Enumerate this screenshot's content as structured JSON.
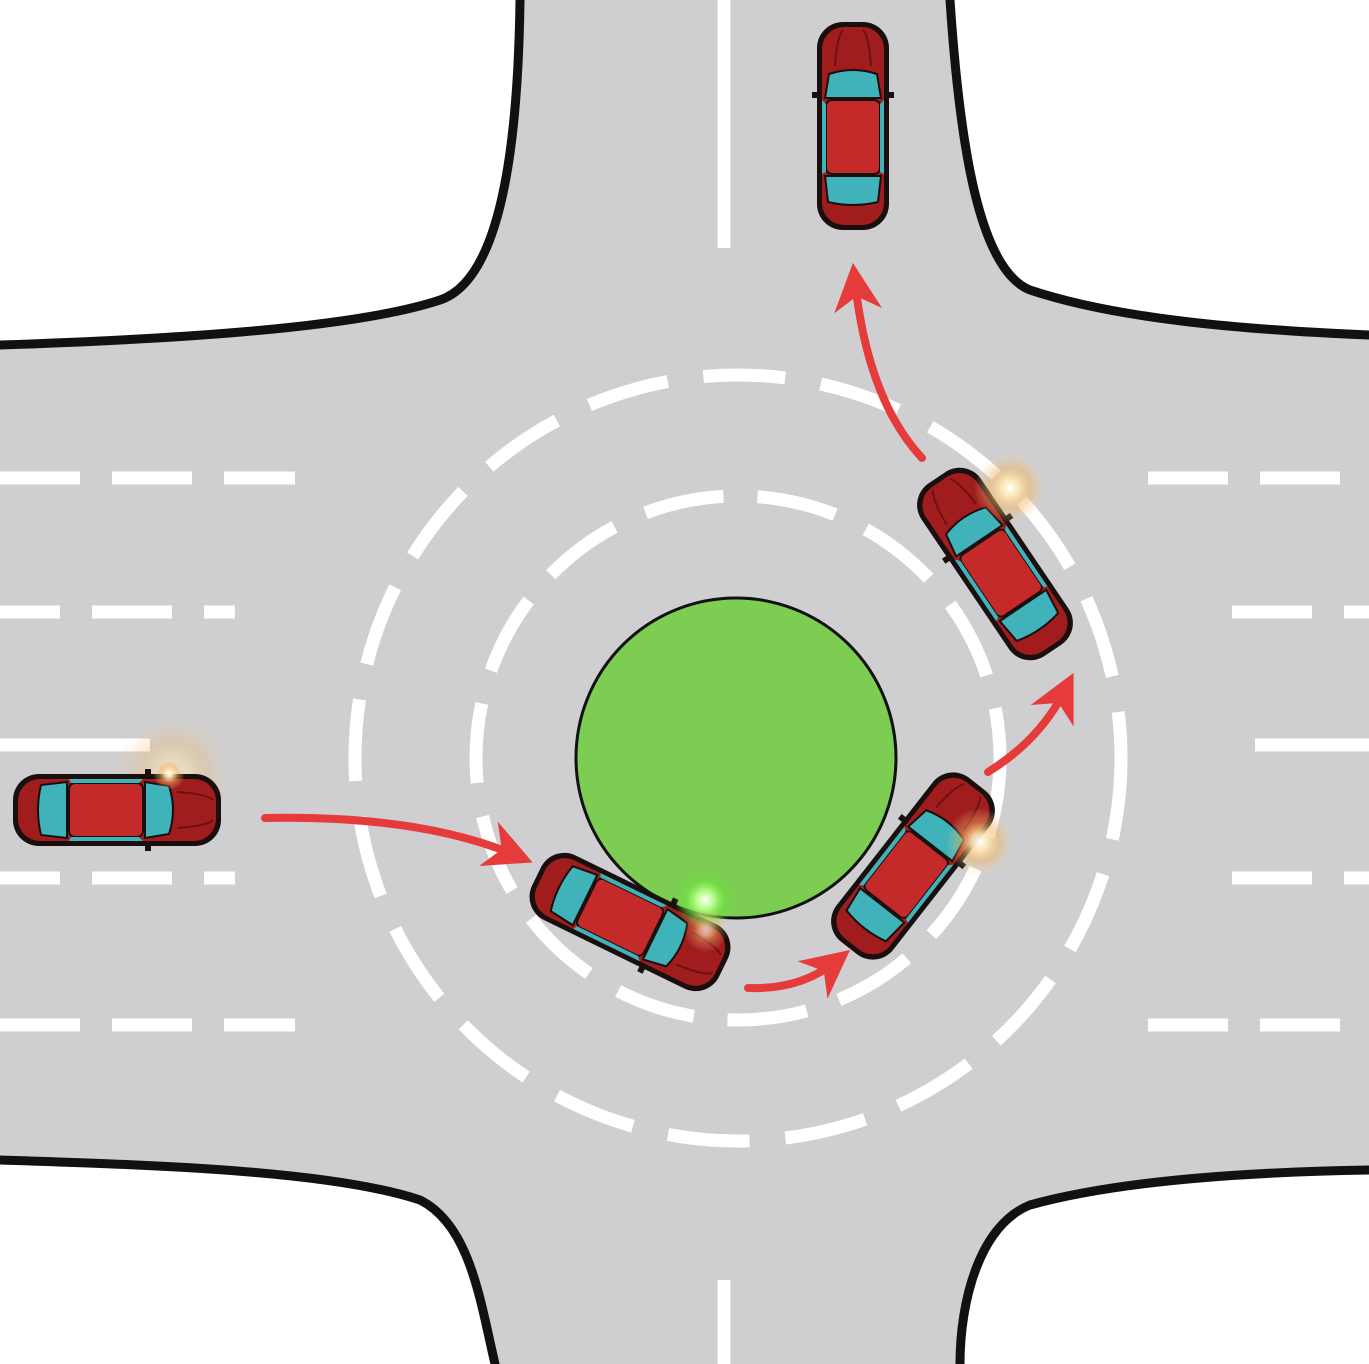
{
  "diagram": {
    "type": "roundabout-right-turn",
    "colors": {
      "road": "#cfcfd1",
      "curb": "#111111",
      "markings": "#ffffff",
      "island": "#7ccd52",
      "car_body": "#a11d1d",
      "car_roof": "#c52a2a",
      "car_glass": "#3fb2ba",
      "arrow": "#e53b3b",
      "indicator_right": "#ffe7b3",
      "indicator_left": "#8aff55"
    },
    "cars": [
      {
        "name": "car-approach",
        "heading": "east",
        "indicator": "right"
      },
      {
        "name": "car-entering",
        "heading": "southeast",
        "indicator": "left"
      },
      {
        "name": "car-circulating",
        "heading": "northeast",
        "indicator": "right"
      },
      {
        "name": "car-exiting",
        "heading": "northwest",
        "indicator": "right"
      },
      {
        "name": "car-departed",
        "heading": "north",
        "indicator": "none"
      }
    ],
    "arrows": [
      {
        "name": "arrow-approach",
        "from": "west-approach",
        "to": "roundabout-entry"
      },
      {
        "name": "arrow-circulate",
        "from": "entry",
        "to": "south-east-ring"
      },
      {
        "name": "arrow-ring",
        "from": "south-east-ring",
        "to": "east-ring"
      },
      {
        "name": "arrow-exit",
        "from": "east-ring",
        "to": "north-exit"
      }
    ]
  }
}
